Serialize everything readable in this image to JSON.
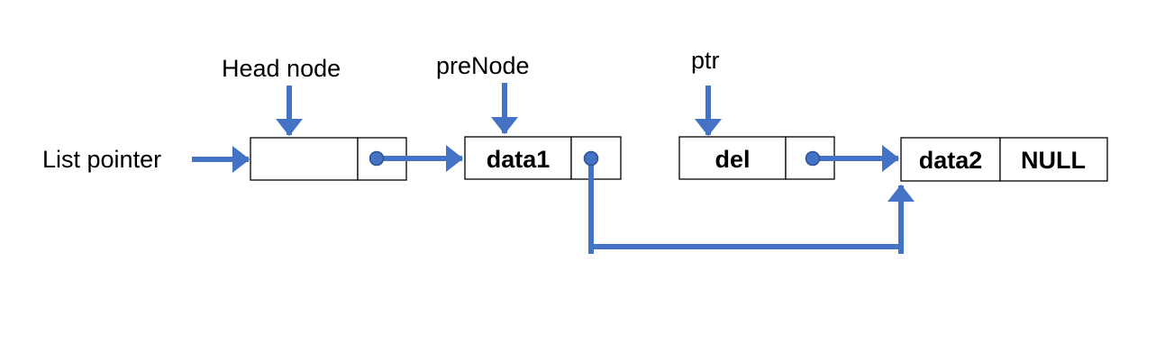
{
  "labels": {
    "head_node": "Head node",
    "pre_node": "preNode",
    "ptr": "ptr",
    "list_pointer": "List pointer"
  },
  "nodes": {
    "head": {
      "data": ""
    },
    "node1": {
      "data": "data1"
    },
    "del_node": {
      "data": "del"
    },
    "node2": {
      "data": "data2",
      "next": "NULL"
    }
  },
  "colors": {
    "arrow": "#4472C4",
    "pointer_dot": "#4472C4",
    "border": "#000000"
  }
}
